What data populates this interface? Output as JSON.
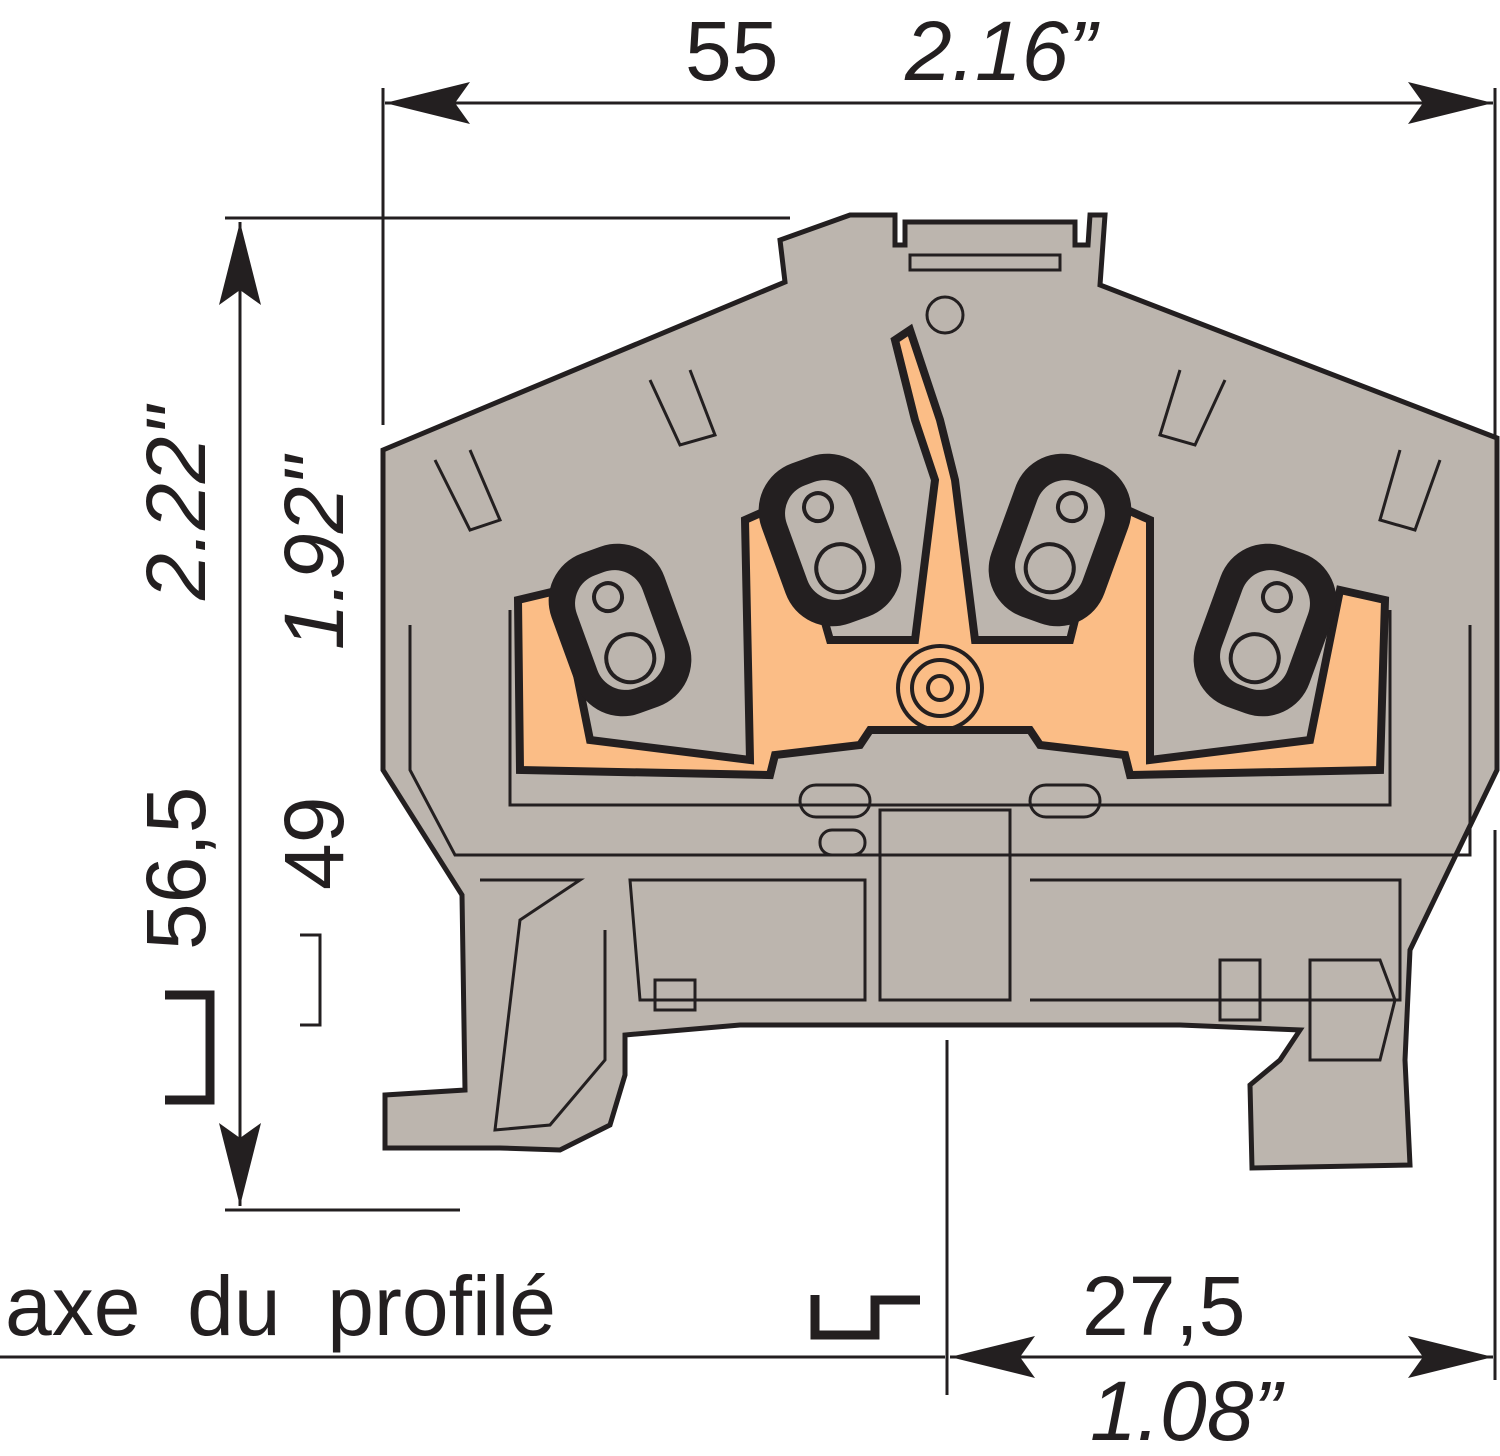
{
  "colors": {
    "body": "#bcb5ae",
    "contact": "#fbbd86",
    "line": "#231f20"
  },
  "dimensions": {
    "width_mm": "55",
    "width_in": "2.16”",
    "height_total_mm": "56,5",
    "height_total_in": "2.22\"",
    "height_mm": "49",
    "height_in": "1.92\"",
    "half_mm": "27,5",
    "half_in": "1.08”"
  },
  "axis_label": "axe  du  profilé"
}
